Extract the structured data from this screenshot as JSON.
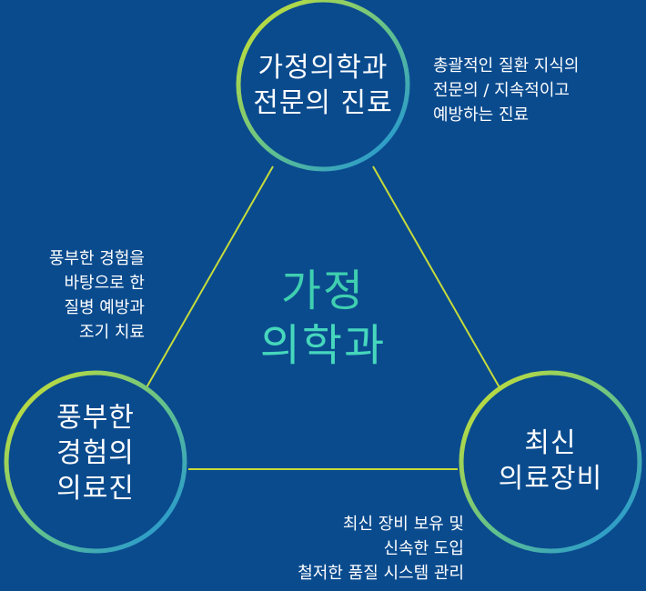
{
  "palette": {
    "background": "#0a4b8e",
    "line": "#c6dc3a",
    "ring_start": "#d2e22b",
    "ring_end": "#1a8fe0",
    "center_text": "#46d7bd"
  },
  "nodes": {
    "top": {
      "lines": [
        "가정의학과",
        "전문의 진료"
      ]
    },
    "left": {
      "lines": [
        "풍부한",
        "경험의",
        "의료진"
      ]
    },
    "right": {
      "lines": [
        "최신",
        "의료장비"
      ]
    }
  },
  "center": {
    "lines": [
      "가정",
      "의학과"
    ]
  },
  "notes": {
    "top_right": [
      "총괄적인 질환 지식의",
      "전문의 / 지속적이고",
      "예방하는 진료"
    ],
    "left": [
      "풍부한 경험을",
      "바탕으로 한",
      "질병 예방과",
      "조기 치료"
    ],
    "bottom": [
      "최신 장비 보유 및",
      "신속한 도입",
      "철저한 품질 시스템 관리"
    ]
  }
}
